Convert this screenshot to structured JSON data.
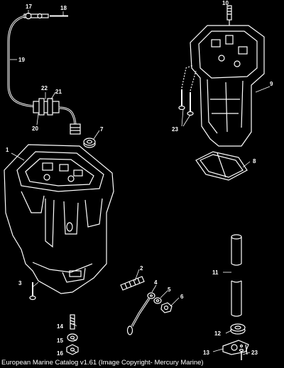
{
  "diagram": {
    "background": "#000000",
    "ink": "#ffffff",
    "callouts": [
      {
        "id": "c1",
        "label": "1"
      },
      {
        "id": "c2",
        "label": "2"
      },
      {
        "id": "c3",
        "label": "3"
      },
      {
        "id": "c4",
        "label": "4"
      },
      {
        "id": "c5",
        "label": "5"
      },
      {
        "id": "c6",
        "label": "6"
      },
      {
        "id": "c7",
        "label": "7"
      },
      {
        "id": "c8",
        "label": "8"
      },
      {
        "id": "c9",
        "label": "9"
      },
      {
        "id": "c10",
        "label": "10"
      },
      {
        "id": "c11",
        "label": "11"
      },
      {
        "id": "c12",
        "label": "12"
      },
      {
        "id": "c13",
        "label": "13"
      },
      {
        "id": "c14",
        "label": "14"
      },
      {
        "id": "c15",
        "label": "15"
      },
      {
        "id": "c16",
        "label": "16"
      },
      {
        "id": "c17",
        "label": "17"
      },
      {
        "id": "c18",
        "label": "18"
      },
      {
        "id": "c19",
        "label": "19"
      },
      {
        "id": "c20",
        "label": "20"
      },
      {
        "id": "c21",
        "label": "21"
      },
      {
        "id": "c22",
        "label": "22"
      },
      {
        "id": "c23a",
        "label": "23"
      },
      {
        "id": "c23b",
        "label": "23"
      }
    ]
  },
  "footer": {
    "caption": "European Marine Catalog v1.61 (Image Copyright- Mercury Marine)"
  }
}
